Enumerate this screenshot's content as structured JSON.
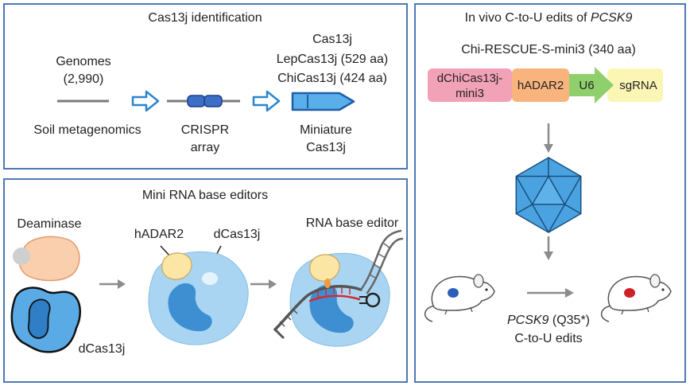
{
  "panels": {
    "identification": {
      "title": "Cas13j identification",
      "genomes_label": "Genomes",
      "genomes_count": "(2,990)",
      "soil_label": "Soil metagenomics",
      "crispr_label_1": "CRISPR",
      "crispr_label_2": "array",
      "cas13j_label": "Cas13j",
      "lep_label": "LepCas13j (529 aa)",
      "chi_label": "ChiCas13j (424 aa)",
      "miniature_label_1": "Miniature",
      "miniature_label_2": "Cas13j"
    },
    "editors": {
      "title": "Mini RNA base editors",
      "deaminase_label": "Deaminase",
      "dcas13j_label_left": "dCas13j",
      "hadar2_label": "hADAR2",
      "dcas13j_label_mid": "dCas13j",
      "rna_editor_label": "RNA base editor"
    },
    "invivo": {
      "title_prefix": "In vivo C-to-U edits of ",
      "title_gene": "PCSK9",
      "construct_name": "Chi-RESCUE-S-mini3 (340 aa)",
      "construct": {
        "dchicas13j_line1": "dChiCas13j-",
        "dchicas13j_line2": "mini3",
        "hadar2": "hADAR2",
        "u6": "U6",
        "sgrna": "sgRNA"
      },
      "edit_gene": "PCSK9",
      "edit_mutation": " (Q35*)",
      "edit_label": "C-to-U edits"
    }
  },
  "icons": [
    "hollow-arrow-icon",
    "crispr-array-icon",
    "gene-arrow-icon",
    "aav-capsid-icon",
    "mouse-icon"
  ],
  "colors": {
    "panel_border": "#4e79b2",
    "cas_blue": "#5aaee9",
    "dark_blue": "#2f7ec6",
    "protein_pale": "#a9d5f2",
    "deaminase": "#f9cfae",
    "hadar2_domain": "#fbe6a6",
    "construct_pink": "#f2a2b7",
    "construct_orange": "#f9b47e",
    "construct_green": "#8fd06c",
    "construct_yellow": "#fbf6b4",
    "edited_red": "#cf2029",
    "unedited_blue": "#2d5eb7",
    "arrow_gray": "#8c8c8c"
  }
}
